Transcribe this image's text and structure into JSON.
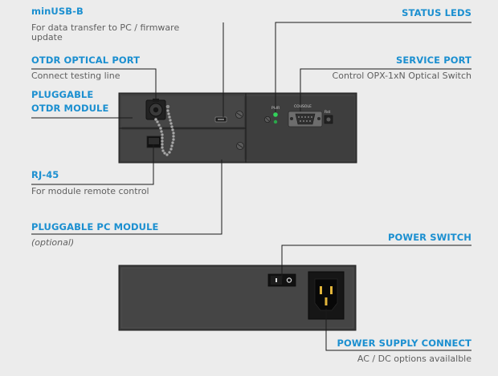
{
  "labels": {
    "minusb_title": "minUSB-B",
    "minusb_desc_1": "For data transfer to PC / firmware",
    "minusb_desc_2": "update",
    "otdr_port_title": "OTDR OPTICAL PORT",
    "otdr_port_desc": "Connect testing line",
    "otdr_module_title_1": "PLUGGABLE",
    "otdr_module_title_2": "OTDR MODULE",
    "rj45_title": "RJ-45",
    "rj45_desc": "For module remote control",
    "pc_module_title": "PLUGGABLE PC MODULE",
    "pc_module_desc": "(optional)",
    "status_leds_title": "STATUS LEDS",
    "service_port_title": "SERVICE PORT",
    "service_port_desc": "Control OPX-1xN Optical Switch",
    "power_switch_title": "POWER SWITCH",
    "power_supply_title": "POWER SUPPLY CONNECT",
    "power_supply_desc": "AC / DC options availalble"
  },
  "device_markings": {
    "pwr": "PWR",
    "console": "CONSOLE",
    "rst": "Rst"
  },
  "colors": {
    "label_blue": "#1b8fd0",
    "description_gray": "#5f5f5f",
    "chassis_dark": "#3e3e3e",
    "led_green": "#32d25a",
    "socket_pin": "#e2b53a"
  }
}
